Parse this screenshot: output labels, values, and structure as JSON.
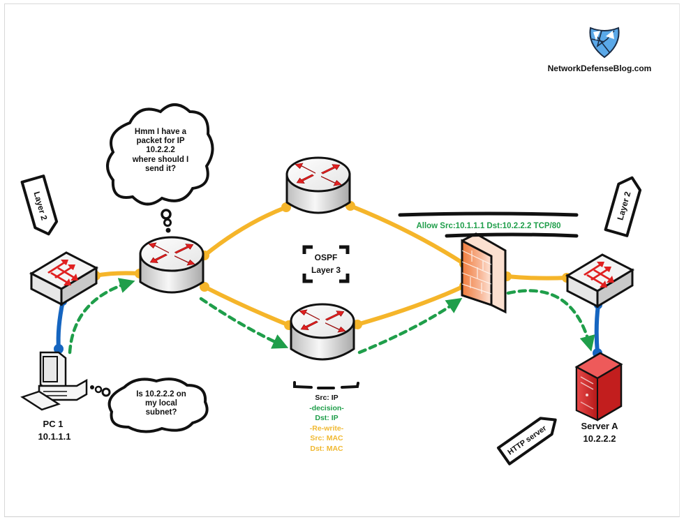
{
  "brand": {
    "site": "NetworkDefenseBlog.com",
    "logo_icon": "shield-icon"
  },
  "colors": {
    "link_yellow": "#f5b52a",
    "flow_green": "#1f9e4a",
    "l2_blue": "#1565c0",
    "router_red": "#e02020",
    "firewall_orange": "#f08a4b",
    "server_red": "#d92b2b",
    "rewrite_text": "#f0b830"
  },
  "nodes": {
    "pc1": {
      "name": "PC 1",
      "ip": "10.1.1.1",
      "icon": "desktop-pc-icon"
    },
    "server_a": {
      "name": "Server A",
      "ip": "10.2.2.2",
      "icon": "server-icon"
    },
    "switch_left": {
      "icon": "switch-icon"
    },
    "switch_right": {
      "icon": "switch-icon"
    },
    "router_edge": {
      "icon": "router-icon"
    },
    "router_top": {
      "icon": "router-icon"
    },
    "router_bottom": {
      "icon": "router-icon"
    },
    "firewall": {
      "icon": "firewall-icon"
    }
  },
  "tags": {
    "layer2_left": "Layer 2",
    "layer2_right": "Layer 2",
    "http_server": "HTTP server"
  },
  "bubbles": {
    "router_thought": [
      "Hmm I have a",
      "packet for IP",
      "10.2.2.2",
      "where should I",
      "send it?"
    ],
    "pc_thought": [
      "Is 10.2.2.2 on",
      "my local",
      "subnet?"
    ]
  },
  "firewall_rule": "Allow Src:10.1.1.1 Dst:10.2.2.2 TCP/80",
  "ospf_box": {
    "line1": "OSPF",
    "line2": "Layer 3"
  },
  "router_note": {
    "src_ip": "Src: IP",
    "decision": "-decision-",
    "dst_ip": "Dst: IP",
    "rewrite": "-Re-write-",
    "src_mac": "Src: MAC",
    "dst_mac": "Dst: MAC"
  }
}
